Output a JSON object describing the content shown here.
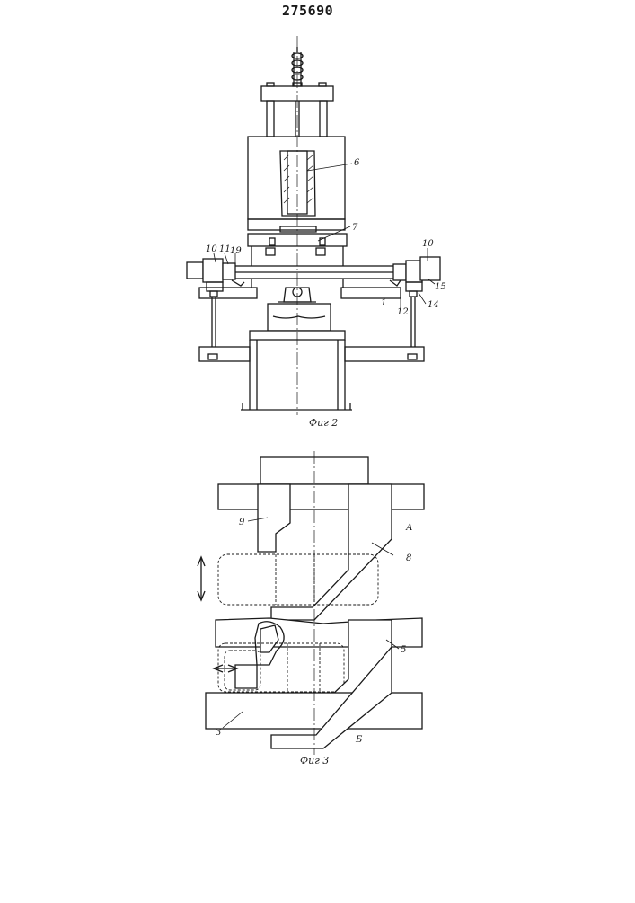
{
  "document": {
    "patent_number": "275690"
  },
  "figure2": {
    "caption": "Фиг 2",
    "labels": {
      "l6": "6",
      "l7": "7",
      "l10_left": "10",
      "l11": "11",
      "l19": "19",
      "l10_right": "10",
      "l15": "15",
      "l14": "14",
      "l12": "12",
      "l1": "1"
    }
  },
  "figure3": {
    "caption": "Фиг 3",
    "labels": {
      "l9": "9",
      "lA": "А",
      "l8": "8",
      "l5": "5",
      "l3": "3",
      "lB": "Б"
    }
  }
}
